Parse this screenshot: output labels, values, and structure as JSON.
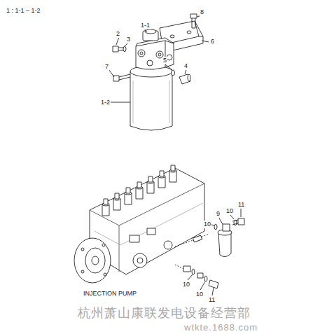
{
  "diagram": {
    "labels": [
      "1 : 1-1 – 1-2",
      "8",
      "1-1",
      "2",
      "3",
      "6",
      "7",
      "5",
      "4",
      "1-2",
      "11",
      "9",
      "10",
      "10",
      "INJECTION PUMP",
      "10",
      "10",
      "11",
      "杭州萧山康联发电设备经营部",
      "wtkte.1688.com"
    ]
  }
}
